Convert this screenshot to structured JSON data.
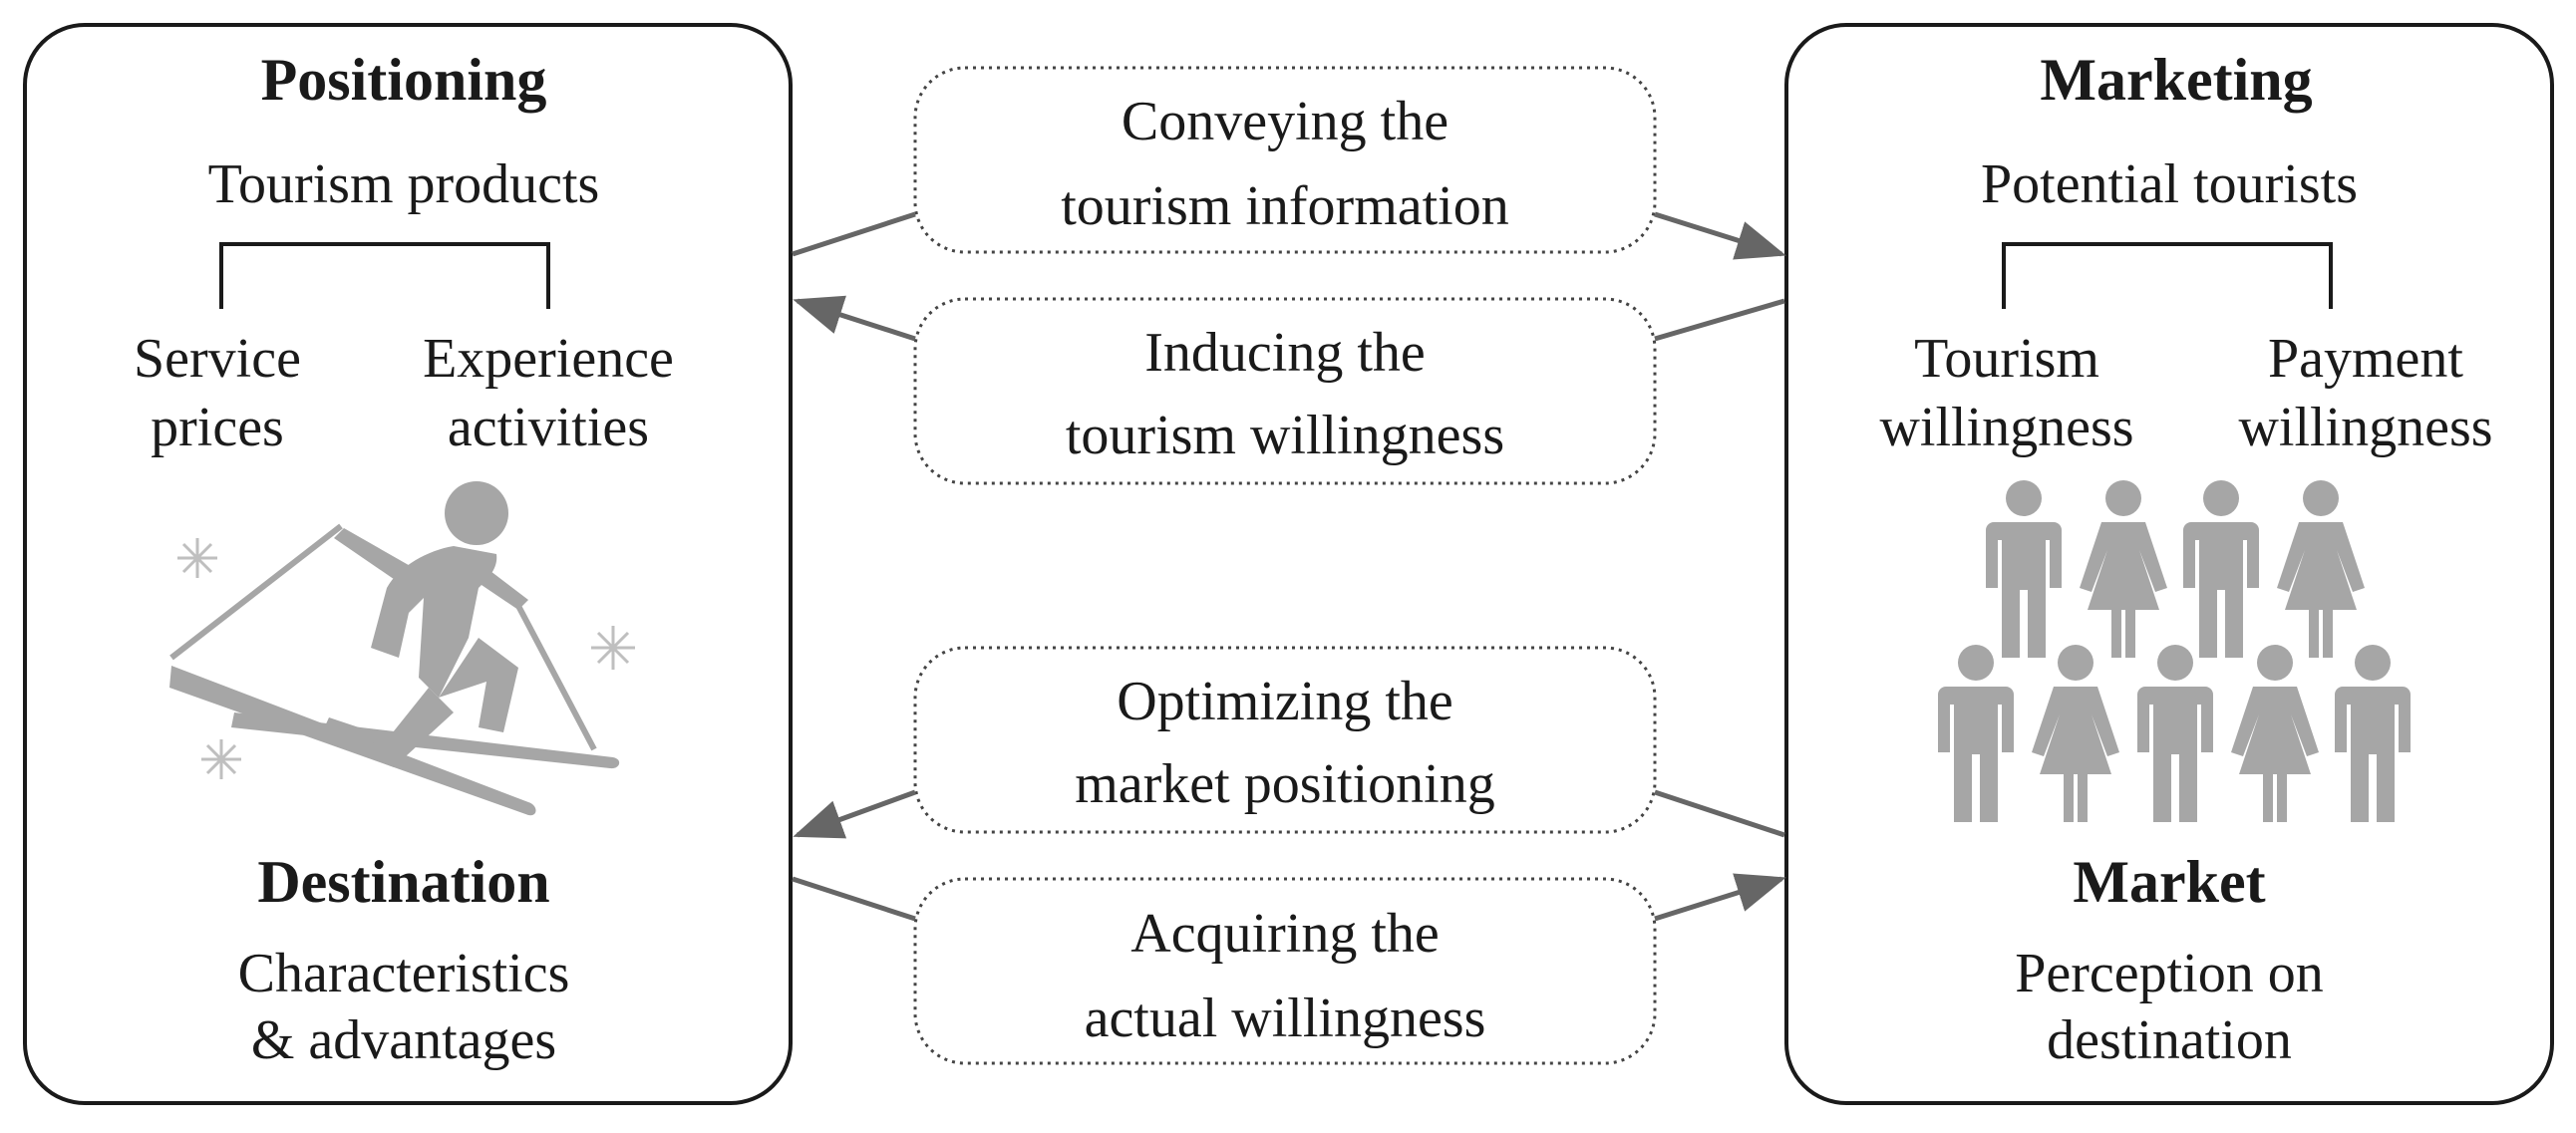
{
  "left_box": {
    "title": "Positioning",
    "subtitle": "Tourism products",
    "item1": [
      "Service",
      "prices"
    ],
    "item2": [
      "Experience",
      "activities"
    ],
    "bottom_title": "Destination",
    "bottom_text": [
      "Characteristics",
      "& advantages"
    ],
    "illustration_icon": "skier-icon"
  },
  "right_box": {
    "title": "Marketing",
    "subtitle": "Potential tourists",
    "item1": [
      "Tourism",
      "willingness"
    ],
    "item2": [
      "Payment",
      "willingness"
    ],
    "bottom_title": "Market",
    "bottom_text": [
      "Perception on",
      "destination"
    ],
    "illustration_icon": "people-group-icon"
  },
  "flows": [
    {
      "lines": [
        "Conveying the",
        "tourism information"
      ],
      "direction": "to-right"
    },
    {
      "lines": [
        "Inducing the",
        "tourism willingness"
      ],
      "direction": "to-left"
    },
    {
      "lines": [
        "Optimizing the",
        "market positioning"
      ],
      "direction": "to-left"
    },
    {
      "lines": [
        "Acquiring the",
        "actual willingness"
      ],
      "direction": "to-right"
    }
  ],
  "colors": {
    "stroke": "#1a1a1a",
    "arrow": "#666666",
    "icon": "#a6a6a6",
    "dotted": "#444444"
  }
}
